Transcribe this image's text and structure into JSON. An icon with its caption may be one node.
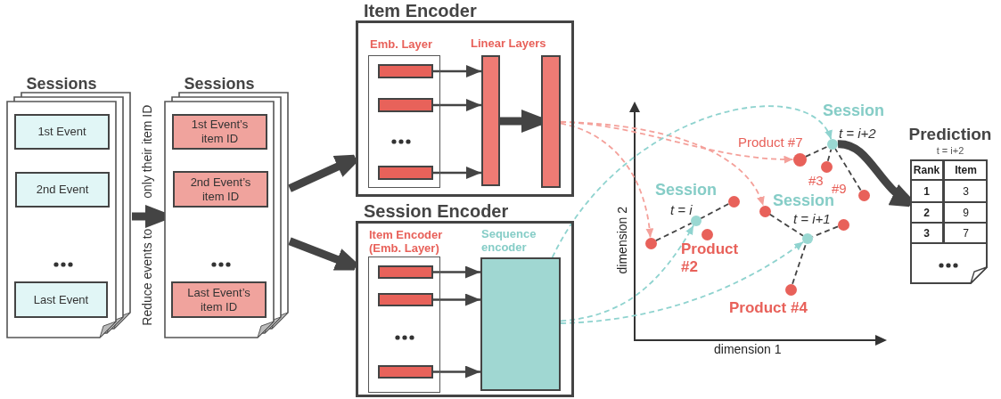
{
  "diagram": {
    "nodes": [
      {
        "text": [
          "Sessions"
        ]
      },
      {
        "text": [
          "1st Event"
        ],
        "in": 0
      },
      {
        "text": [
          "2nd Event"
        ],
        "in": 0
      },
      {
        "text": [
          "Last Event"
        ],
        "in": 0
      },
      {
        "text": [
          "Sessions"
        ]
      },
      {
        "text": [
          "1st Event’s item ID"
        ],
        "in": 4
      },
      {
        "text": [
          "2nd Event’s item ID"
        ],
        "in": 4
      },
      {
        "text": [
          "Last Event’s item ID"
        ],
        "in": 4
      },
      {
        "text": [
          "Item Encoder"
        ]
      },
      {
        "text": [
          "Emb. Layer"
        ],
        "in": 8
      },
      {
        "text": [],
        "shape": "bar",
        "in": 9
      },
      {
        "text": [],
        "shape": "bar",
        "in": 9
      },
      {
        "text": [],
        "shape": "bar",
        "in": 9
      },
      {
        "text": [],
        "shape": "bar",
        "in": 8
      },
      {
        "text": [],
        "shape": "bar",
        "in": 8
      },
      {
        "text": [
          "Session Encoder"
        ]
      },
      {
        "text": [
          "Item Encoder (Emb. Layer)"
        ],
        "in": 15
      },
      {
        "text": [],
        "shape": "bar",
        "in": 16
      },
      {
        "text": [],
        "shape": "bar",
        "in": 16
      },
      {
        "text": [],
        "shape": "bar",
        "in": 16
      },
      {
        "text": [
          "Sequence encoder"
        ],
        "in": 15
      },
      {
        "text": [],
        "shape": "circle"
      },
      {
        "text": [],
        "shape": "circle",
        "beside": [
          "Session",
          "t = i"
        ]
      },
      {
        "text": [],
        "shape": "circle",
        "beside": [
          "Product #2"
        ]
      },
      {
        "text": [],
        "shape": "circle"
      },
      {
        "text": [],
        "shape": "circle"
      },
      {
        "text": [],
        "shape": "circle",
        "beside": [
          "Product #4"
        ]
      },
      {
        "text": [],
        "shape": "circle",
        "beside": [
          "Product #7"
        ]
      },
      {
        "text": [],
        "shape": "circle",
        "beside": [
          "Session",
          "t = i+1"
        ]
      },
      {
        "text": [],
        "shape": "circle",
        "beside": [
          "#3"
        ]
      },
      {
        "text": [],
        "shape": "circle",
        "beside": [
          "Session",
          "t = i+2"
        ]
      },
      {
        "text": [],
        "shape": "circle"
      },
      {
        "text": [],
        "shape": "circle",
        "beside": [
          "#9"
        ]
      },
      {
        "text": [
          "Prediction",
          "t = i+2"
        ]
      }
    ],
    "edges": [
      {
        "from": 0,
        "to": 4,
        "arrow": "to",
        "style": "thick",
        "label": "Reduce events to only their item ID"
      },
      {
        "from": 4,
        "to": 8,
        "arrow": "to",
        "style": "thick"
      },
      {
        "from": 4,
        "to": 15,
        "arrow": "to",
        "style": "thick"
      },
      {
        "from": 10,
        "to": 13,
        "arrow": "to"
      },
      {
        "from": 11,
        "to": 13,
        "arrow": "to"
      },
      {
        "from": 12,
        "to": 13,
        "arrow": "to"
      },
      {
        "from": 13,
        "to": 14,
        "arrow": "to",
        "style": "thick"
      },
      {
        "from": 17,
        "to": 20,
        "arrow": "to"
      },
      {
        "from": 18,
        "to": 20,
        "arrow": "to"
      },
      {
        "from": 19,
        "to": 20,
        "arrow": "to"
      },
      {
        "from": 14,
        "to": 21,
        "arrow": "to",
        "style": "dashed",
        "color": "#f4a09a"
      },
      {
        "from": 14,
        "to": 25,
        "arrow": "to",
        "style": "dashed",
        "color": "#f4a09a"
      },
      {
        "from": 14,
        "to": 27,
        "arrow": "to",
        "style": "dashed",
        "color": "#f4a09a"
      },
      {
        "from": 20,
        "to": 22,
        "arrow": "to",
        "style": "dashed",
        "color": "#8fd3cf"
      },
      {
        "from": 20,
        "to": 28,
        "arrow": "to",
        "style": "dashed",
        "color": "#8fd3cf"
      },
      {
        "from": 20,
        "to": 30,
        "arrow": "to",
        "style": "dashed",
        "color": "#8fd3cf"
      },
      {
        "from": 21,
        "to": 22,
        "arrow": "none",
        "style": "dashed"
      },
      {
        "from": 24,
        "to": 22,
        "arrow": "none",
        "style": "dashed"
      },
      {
        "from": 25,
        "to": 28,
        "arrow": "none",
        "style": "dashed"
      },
      {
        "from": 31,
        "to": 28,
        "arrow": "none",
        "style": "dashed"
      },
      {
        "from": 26,
        "to": 28,
        "arrow": "none",
        "style": "dashed"
      },
      {
        "from": 27,
        "to": 30,
        "arrow": "none",
        "style": "dashed"
      },
      {
        "from": 29,
        "to": 30,
        "arrow": "none",
        "style": "dashed"
      },
      {
        "from": 32,
        "to": 30,
        "arrow": "none",
        "style": "dashed"
      },
      {
        "from": 30,
        "to": 33,
        "arrow": "to",
        "style": "thick"
      }
    ],
    "labels": [
      "Linear Layers",
      "dimension 2",
      "dimension 1",
      "Rank",
      "Item",
      "1",
      "3",
      "2",
      "9",
      "3",
      "7"
    ]
  }
}
